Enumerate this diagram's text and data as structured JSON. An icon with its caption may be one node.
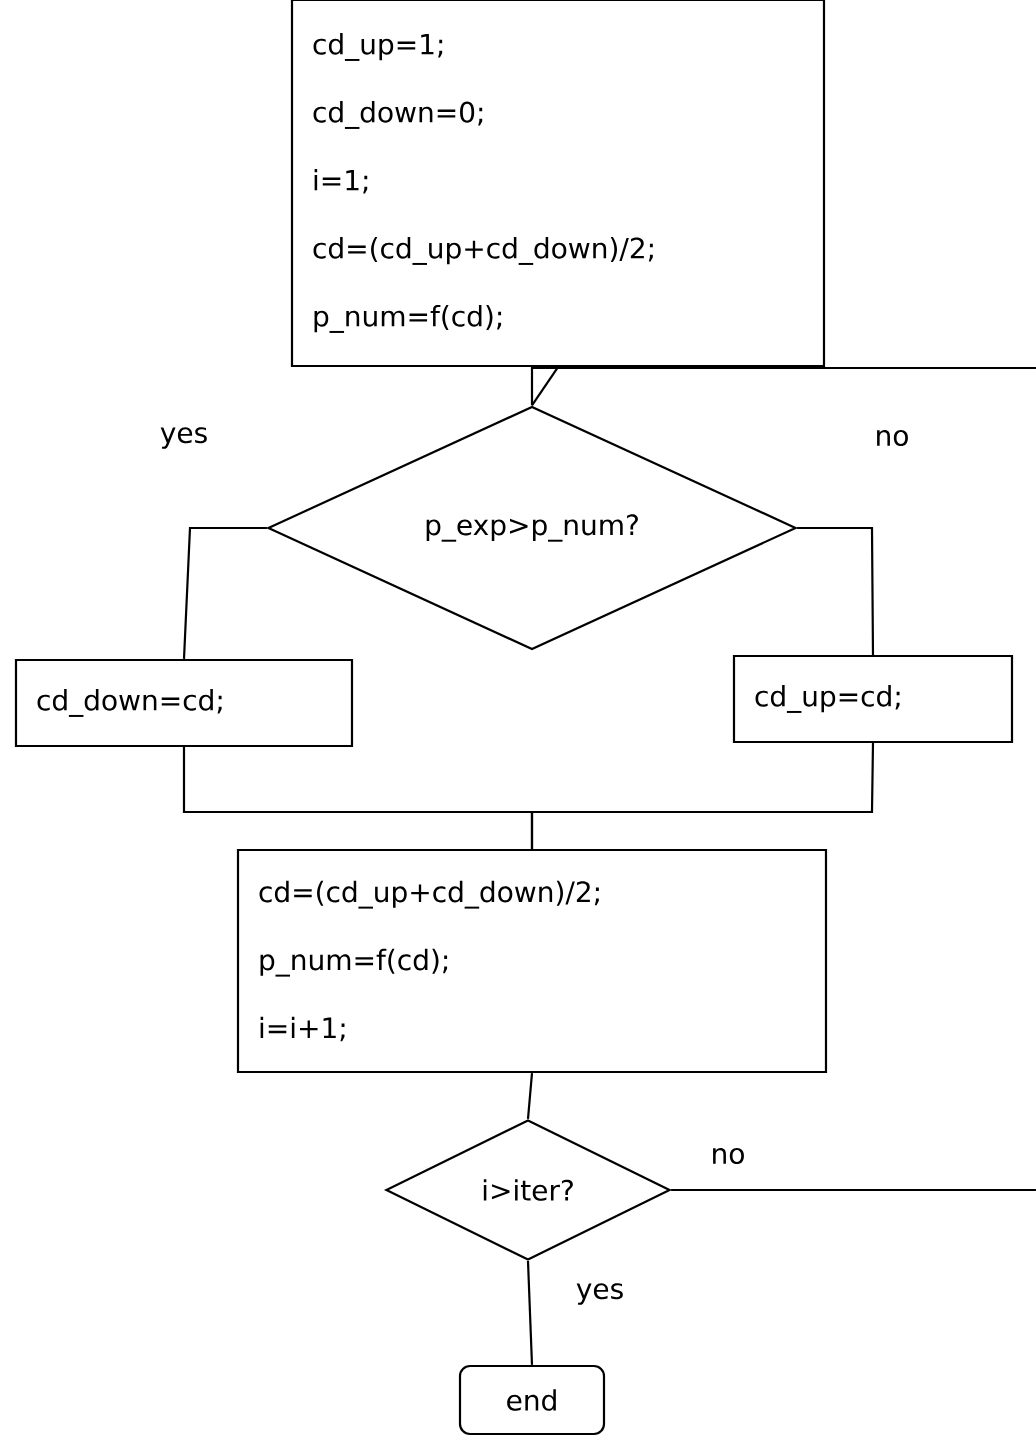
{
  "diagram": {
    "nodes": [
      {
        "text": [
          "cd_up=1;",
          "cd_down=0;",
          "i=1;",
          "cd=(cd_up+cd_down)/2;",
          "p_num=f(cd);"
        ]
      },
      {
        "text": [
          "p_exp>p_num?"
        ]
      },
      {
        "text": [
          "cd_down=cd;"
        ]
      },
      {
        "text": [
          "cd_up=cd;"
        ]
      },
      {
        "text": [
          "cd=(cd_up+cd_down)/2;",
          "p_num=f(cd);",
          "i=i+1;"
        ]
      },
      {
        "text": [
          "i>iter?"
        ]
      },
      {
        "text": [
          "end"
        ]
      }
    ],
    "edges": [
      {
        "from": 0,
        "to": 1,
        "arrow": "none"
      },
      {
        "from": null,
        "to": 1,
        "arrow": "none"
      },
      {
        "from": 1,
        "to": 2,
        "arrow": "none",
        "label": "yes"
      },
      {
        "from": 1,
        "to": 3,
        "arrow": "none",
        "label": "no"
      },
      {
        "from": 2,
        "to": 4,
        "arrow": "none"
      },
      {
        "from": 3,
        "to": 4,
        "arrow": "none"
      },
      {
        "from": 4,
        "to": 5,
        "arrow": "none"
      },
      {
        "from": 5,
        "to": 6,
        "arrow": "none",
        "label": "yes"
      },
      {
        "from": 5,
        "to": null,
        "arrow": "none",
        "label": "no"
      }
    ]
  }
}
